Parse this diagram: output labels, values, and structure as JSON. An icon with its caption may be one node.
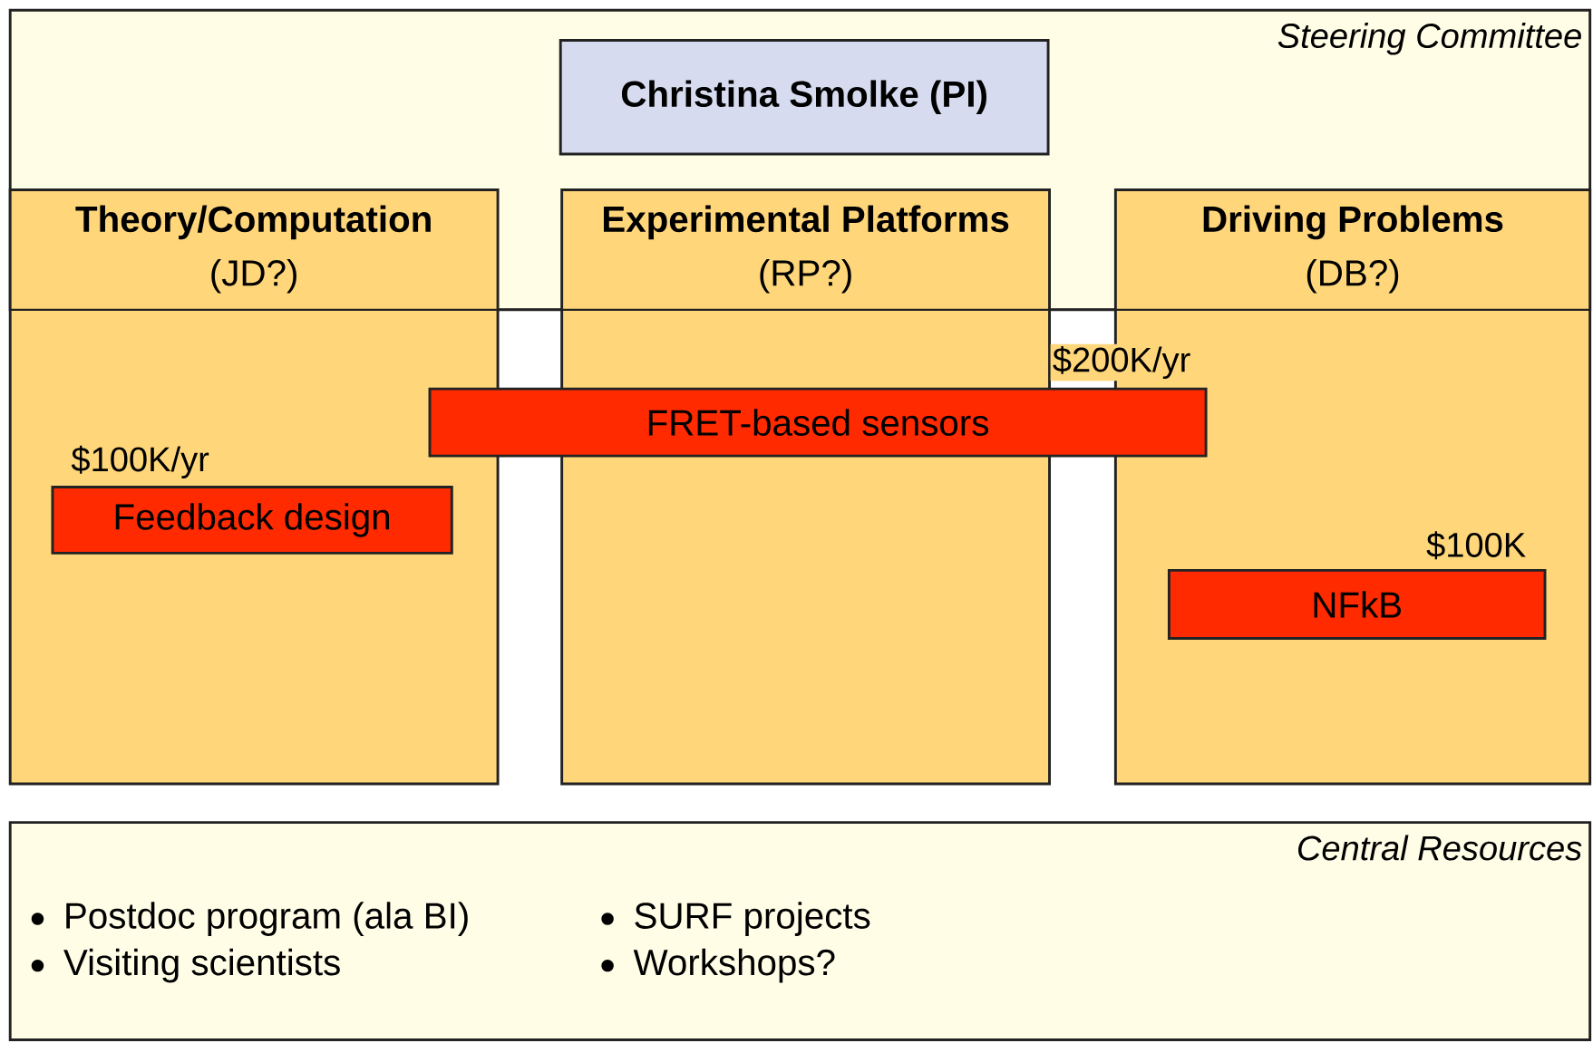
{
  "diagram": {
    "nodes": [
      {
        "text": [
          "Steering Committee"
        ]
      },
      {
        "text": [
          "Christina Smolke (PI)"
        ],
        "in": 0
      },
      {
        "text": [
          "Theory/Computation",
          "(JD?)"
        ]
      },
      {
        "text": [
          "Experimental Platforms",
          "(RP?)"
        ]
      },
      {
        "text": [
          "Driving Problems",
          "(DB?)"
        ]
      },
      {
        "text": [
          "FRET-based sensors"
        ],
        "beside": [
          "$200K/yr"
        ]
      },
      {
        "text": [
          "Feedback design"
        ],
        "beside": [
          "$100K/yr"
        ],
        "in": 2
      },
      {
        "text": [
          "NFkB"
        ],
        "beside": [
          "$100K"
        ],
        "in": 4
      },
      {
        "text": [
          "Central Resources",
          "Postdoc program (ala BI)",
          "Visiting scientists",
          "SURF projects",
          "Workshops?"
        ]
      }
    ]
  }
}
